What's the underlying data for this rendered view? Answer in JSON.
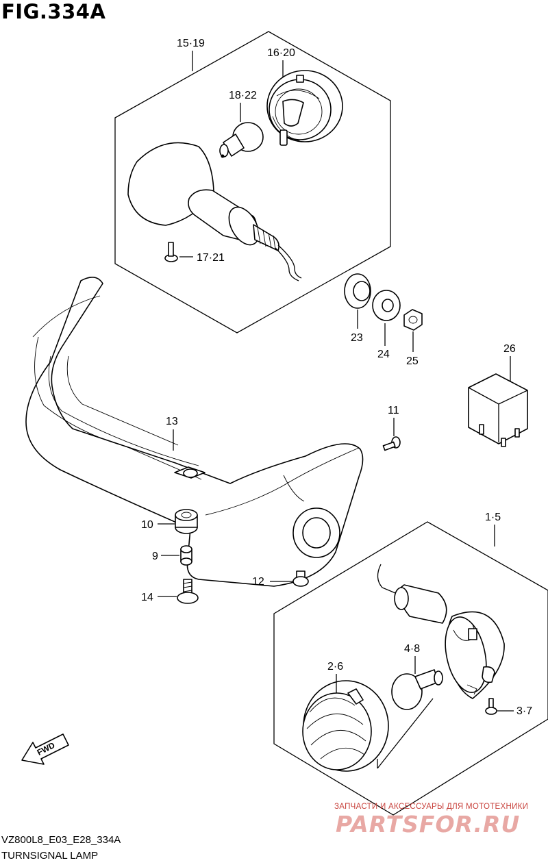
{
  "figure": {
    "title": "FIG.334A",
    "code": "VZ800L8_E03_E28_334A",
    "name": "TURNSIGNAL LAMP"
  },
  "callouts": {
    "c1519": "15·19",
    "c1620": "16·20",
    "c1822": "18·22",
    "c1721": "17·21",
    "c23": "23",
    "c24": "24",
    "c25": "25",
    "c26": "26",
    "c13": "13",
    "c11": "11",
    "c10": "10",
    "c9": "9",
    "c14": "14",
    "c12": "12",
    "c15": "1·5",
    "c48": "4·8",
    "c26b": "2·6",
    "c37": "3·7"
  },
  "fwd_label": "FWD",
  "watermark": {
    "small": "ЗАПЧАСТИ И АКСЕССУАРЫ ДЛЯ МОТОТЕХНИКИ",
    "big": "PARTSFOR.RU"
  }
}
